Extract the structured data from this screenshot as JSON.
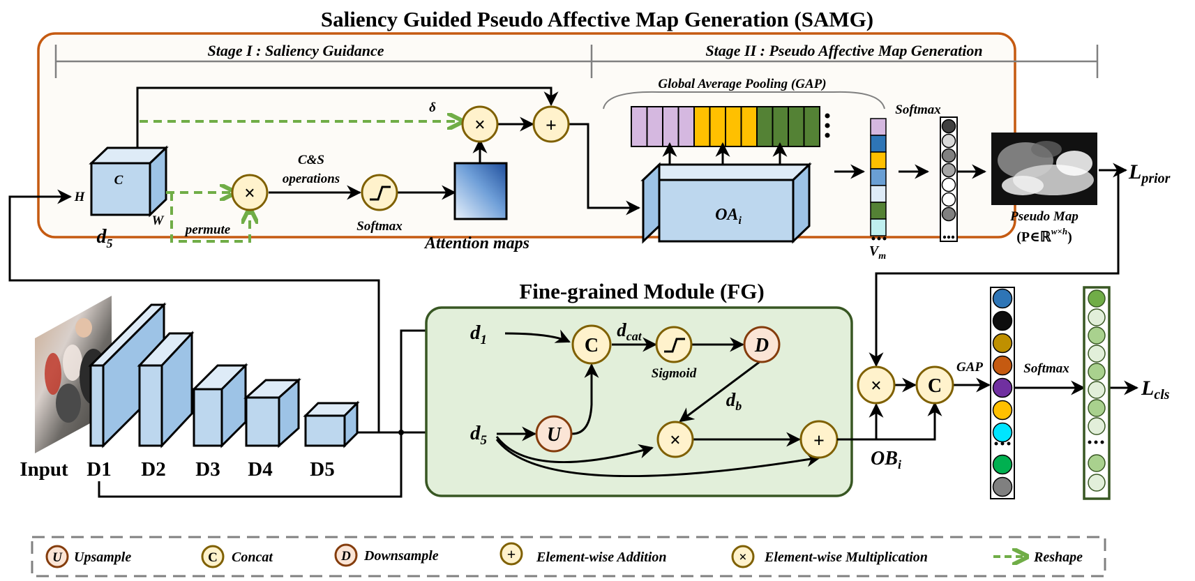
{
  "titles": {
    "samg": "Saliency Guided Pseudo Affective Map Generation (SAMG)",
    "fg": "Fine-grained Module (FG)"
  },
  "stages": {
    "stage1": "Stage I : Saliency Guidance",
    "stage2": "Stage II : Pseudo Affective Map Generation"
  },
  "samg_labels": {
    "gap": "Global Average Pooling (GAP)",
    "softmax_top": "Softmax",
    "delta": "δ",
    "cs_ops": [
      "C&S",
      "operations"
    ],
    "softmax": "Softmax",
    "attention": "Attention maps",
    "permute": "permute",
    "oa_base": "OA",
    "oa_sub": "i",
    "vm_base": "V",
    "vm_sub": "m",
    "pseudo_title": "Pseudo Map",
    "pseudo_formula": "(P∈ℝ",
    "pseudo_sup": "w×h",
    "pseudo_close": ")",
    "cube_C": "C",
    "cube_H": "H",
    "cube_W": "W",
    "d5_base": "d",
    "d5_sub": "5"
  },
  "backbone": {
    "input": "Input",
    "blocks": [
      "D1",
      "D2",
      "D3",
      "D4",
      "D5"
    ]
  },
  "fg_labels": {
    "d1": "d",
    "d1_sub": "1",
    "d5": "d",
    "d5_sub": "5",
    "dcat": "d",
    "dcat_sub": "cat",
    "db": "d",
    "db_sub": "b",
    "sigmoid": "Sigmoid"
  },
  "ops": {
    "mult": "×",
    "add": "+",
    "concat": "C",
    "upsample": "U",
    "downsample": "D"
  },
  "right_labels": {
    "gap": "GAP",
    "softmax": "Softmax",
    "ob_base": "OB",
    "ob_sub": "i",
    "l_prior": "L",
    "l_prior_sub": "prior",
    "l_cls": "L",
    "l_cls_sub": "cls"
  },
  "legend": [
    {
      "symbol": "U",
      "label": "Upsample"
    },
    {
      "symbol": "C",
      "label": "Concat"
    },
    {
      "symbol": "D",
      "label": "Downsample"
    },
    {
      "symbol": "+",
      "label": "Element-wise Addition"
    },
    {
      "symbol": "×",
      "label": "Element-wise Multiplication"
    },
    {
      "symbol": "arrow",
      "label": "Reshape"
    }
  ],
  "colors": {
    "samg_border": "#c55a11",
    "samg_fill": "#fdfbf7",
    "fg_border": "#385723",
    "fg_fill": "#e2efda",
    "op_fill": "#fff2cc",
    "op_border": "#7f6000",
    "ud_fill": "#fbe5d6",
    "ud_border": "#843c0c",
    "dash_green": "#70ad47",
    "cube_face": "#bdd7ee",
    "cube_side": "#9dc3e6",
    "cube_top": "#deebf7"
  },
  "gap_bar_colors": [
    "#d5b8e0",
    "#d5b8e0",
    "#d5b8e0",
    "#d5b8e0",
    "#ffc000",
    "#ffc000",
    "#ffc000",
    "#ffc000",
    "#548235",
    "#548235",
    "#548235",
    "#548235"
  ],
  "vm_colors": [
    "#d5b8e0",
    "#2e75b6",
    "#ffc000",
    "#6a9fd4",
    "#deebf7",
    "#548235",
    "#bfefef"
  ],
  "gray_circles": [
    "#404040",
    "#d9d9d9",
    "#808080",
    "#a6a6a6",
    "#ffffff",
    "#ffffff",
    "#808080"
  ],
  "cls_circles": [
    "#2e75b6",
    "#0d0d0d",
    "#bf9000",
    "#c55a11",
    "#7030a0",
    "#ffc000",
    "#00e5ff",
    "#00b050",
    "#808080"
  ],
  "final_circles": [
    "#70ad47",
    "#e2efda",
    "#a9d18e",
    "#e2efda",
    "#a9d18e",
    "#e2efda",
    "#a9d18e",
    "#e2efda",
    "#a9d18e",
    "#e2efda"
  ]
}
